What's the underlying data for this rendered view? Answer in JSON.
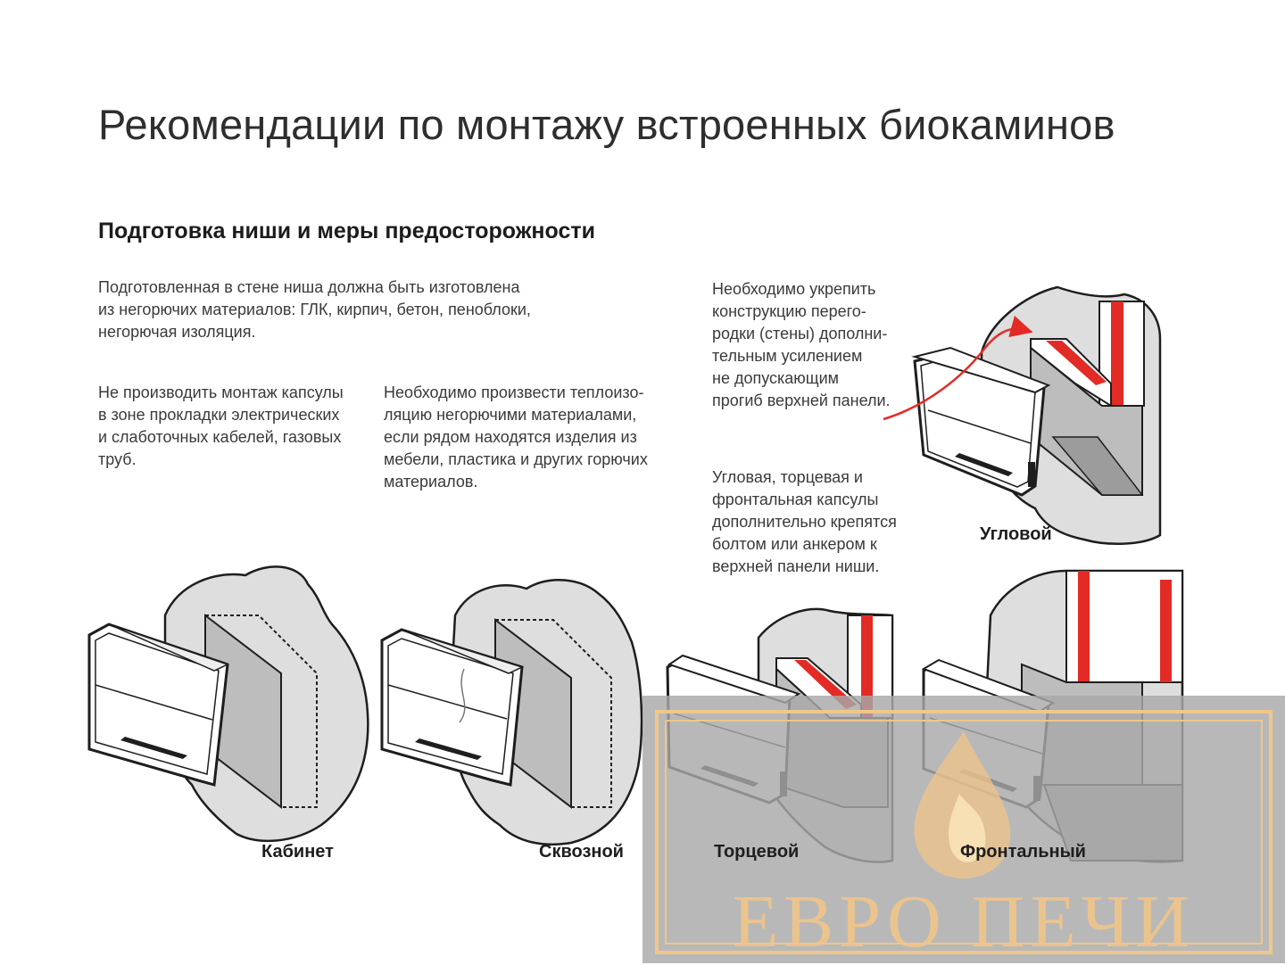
{
  "page": {
    "title": "Рекомендации по монтажу встроенных биокаминов",
    "subtitle": "Подготовка ниши и меры предосторожности"
  },
  "paragraphs": {
    "intro": [
      "Подготовленная в стене ниша должна быть изготовлена",
      "из негорючих материалов: ГЛК, кирпич, бетон, пеноблоки,",
      "негорючая изоляция."
    ],
    "cables": [
      "Не производить монтаж капсулы",
      "в зоне прокладки электрических",
      "и слаботочных кабелей, газовых",
      "труб."
    ],
    "insulation": [
      "Необходимо произвести теплоизо-",
      "ляцию негорючими материалами,",
      "если рядом находятся изделия из",
      "мебели, пластика и других горючих",
      "материалов."
    ],
    "reinforce": [
      "Необходимо укрепить",
      "конструкцию перего-",
      "родки (стены) дополни-",
      "тельным усилением",
      "не допускающим",
      "прогиб верхней панели."
    ],
    "fastening": [
      "Угловая, торцевая и",
      "фронтальная капсулы",
      "дополнительно крепятся",
      "болтом или анкером к",
      "верхней панели ниши."
    ]
  },
  "labels": {
    "corner": "Угловой",
    "cabinet": "Кабинет",
    "through": "Сквозной",
    "end": "Торцевой",
    "front": "Фронтальный"
  },
  "watermark": {
    "text": "ЕВРО ПЕЧИ"
  },
  "colors": {
    "accent_red": "#e32b26",
    "wall_gray": "#dcdcdc",
    "dark_gray": "#9a9a9a",
    "watermark_bg": "#a8a8a8",
    "watermark_gold": "#f0c68a"
  }
}
